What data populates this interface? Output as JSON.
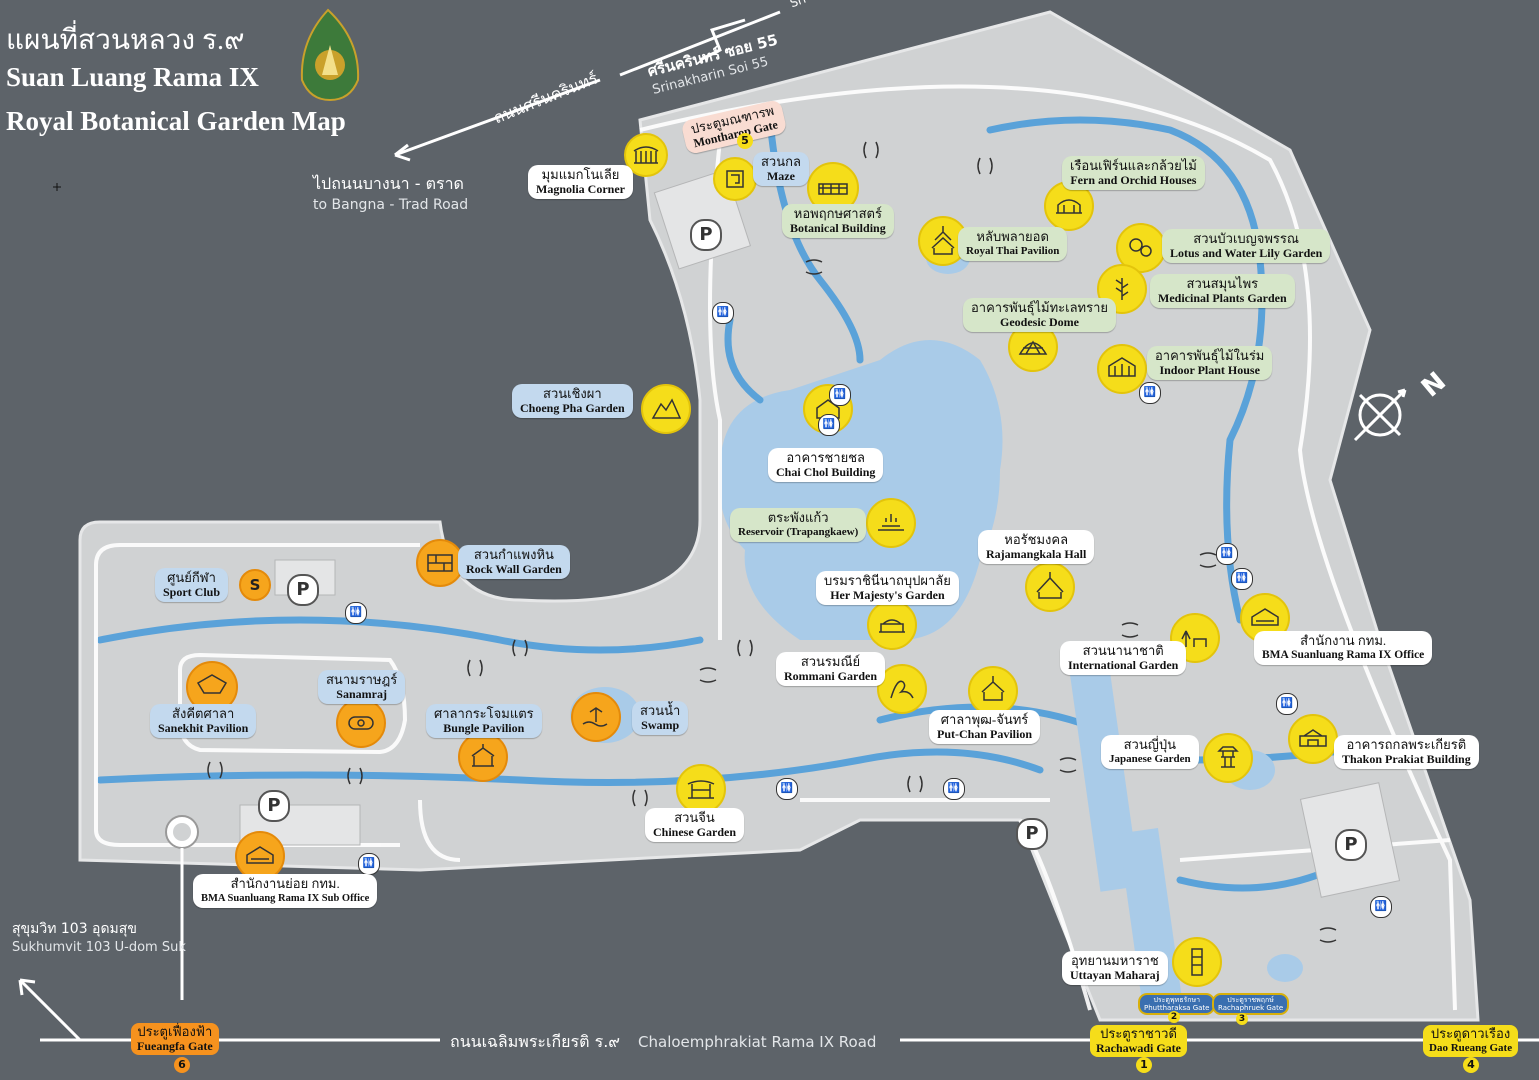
{
  "header": {
    "title_th": "แผนที่สวนหลวง ร.๙",
    "title_en_1": "Suan Luang Rama IX",
    "title_en_2": "Royal Botanical Garden Map"
  },
  "roads": {
    "srinakharin_th": "ถนนศรีนครินทร์",
    "srinakharin_short": "Sri",
    "soi55_th": "ศรีนครินทร์ ซอย 55",
    "soi55_en": "Srinakharin Soi 55",
    "bangna_th": "ไปถนนบางนา - ตราด",
    "bangna_en": "to Bangna - Trad Road",
    "sukhumvit_th": "สุขุมวิท 103 อุดมสุข",
    "sukhumvit_en": "Sukhumvit 103 U-dom Suk",
    "chaloem_th": "ถนนเฉลิมพระเกียรติ ร.๙",
    "chaloem_en": "Chaloemphrakiat Rama IX Road"
  },
  "places": {
    "montharop": {
      "th": "ประตูมณฑารพ",
      "en": "Montharop Gate",
      "num": "5"
    },
    "magnolia": {
      "th": "มุมแมกโนเลีย",
      "en": "Magnolia Corner"
    },
    "maze": {
      "th": "สวนกล",
      "en": "Maze"
    },
    "botanical": {
      "th": "หอพฤกษศาสตร์",
      "en": "Botanical Building"
    },
    "royalthai": {
      "th": "หลับพลายอด",
      "en": "Royal Thai Pavilion"
    },
    "fern": {
      "th": "เรือนเฟิร์นและกล้วยไม้",
      "en": "Fern and Orchid Houses"
    },
    "lotus": {
      "th": "สวนบัวเบญจพรรณ",
      "en": "Lotus and Water Lily Garden"
    },
    "medicinal": {
      "th": "สวนสมุนไพร",
      "en": "Medicinal Plants Garden"
    },
    "geodesic": {
      "th": "อาคารพันธุ์ไม้ทะเลทราย",
      "en": "Geodesic Dome"
    },
    "indoor": {
      "th": "อาคารพันธุ์ไม้ในร่ม",
      "en": "Indoor Plant House"
    },
    "choengpha": {
      "th": "สวนเชิงผา",
      "en": "Choeng Pha Garden"
    },
    "chaichol": {
      "th": "อาคารชายชล",
      "en": "Chai Chol Building"
    },
    "reservoir": {
      "th": "ตระพังแก้ว",
      "en": "Reservoir (Trapangkaew)"
    },
    "rajamangkala": {
      "th": "หอรัชมงคล",
      "en": "Rajamangkala Hall"
    },
    "hermajesty": {
      "th": "บรมราชินีนาถบุปผาลัย",
      "en": "Her Majesty's Garden"
    },
    "rockwall": {
      "th": "สวนกำแพงหิน",
      "en": "Rock Wall Garden"
    },
    "sportclub": {
      "th": "ศูนย์กีฬา",
      "en": "Sport Club"
    },
    "sanamraj": {
      "th": "สนามราษฎร์",
      "en": "Sanamraj"
    },
    "sangkhit": {
      "th": "สังคีตศาลา",
      "en": "Sanekhit Pavilion"
    },
    "bungle": {
      "th": "ศาลากระโจมแตร",
      "en": "Bungle Pavilion"
    },
    "swamp": {
      "th": "สวนน้ำ",
      "en": "Swamp"
    },
    "rommani": {
      "th": "สวนรมณีย์",
      "en": "Rommani Garden"
    },
    "international": {
      "th": "สวนนานาชาติ",
      "en": "International Garden"
    },
    "bmaoffice": {
      "th": "สำนักงาน กทม.",
      "en": "BMA Suanluang Rama IX Office"
    },
    "putchan": {
      "th": "ศาลาพุฒ-จันทร์",
      "en": "Put-Chan Pavilion"
    },
    "japanese": {
      "th": "สวนญี่ปุ่น",
      "en": "Japanese Garden"
    },
    "thakon": {
      "th": "อาคารถกลพระเกียรติ",
      "en": "Thakon Prakiat Building"
    },
    "chinese": {
      "th": "สวนจีน",
      "en": "Chinese Garden"
    },
    "bmasub": {
      "th": "สำนักงานย่อย กทม.",
      "en": "BMA Suanluang Rama IX Sub Office"
    },
    "uttayan": {
      "th": "อุทยานมหาราช",
      "en": "Uttayan Maharaj"
    }
  },
  "gates": {
    "fueangfa": {
      "th": "ประตูเฟื่องฟ้า",
      "en": "Fueangfa Gate",
      "num": "6"
    },
    "rachawadi": {
      "th": "ประตูราชาวดี",
      "en": "Rachawadi Gate",
      "num": "1"
    },
    "daorueang": {
      "th": "ประตูดาวเรือง",
      "en": "Dao Rueang Gate",
      "num": "4"
    },
    "phutthaeraksa": {
      "th": "ประตูพุทธรักษา",
      "en": "Phuttharaksa Gate",
      "num": "2"
    },
    "rachaphruek": {
      "th": "ประตูราชพฤกษ์",
      "en": "Rachaphruek Gate",
      "num": "3"
    }
  },
  "symbols": {
    "parking": "P",
    "sport": "S",
    "compass": "N",
    "restroom": "🚻"
  },
  "colors": {
    "background": "#5d6369",
    "park": "#d0d2d3",
    "water": "#a9cbe8",
    "stream": "#5aa2d9",
    "yellow_icon": "#f5dd1a",
    "orange_icon": "#f6a51c"
  }
}
